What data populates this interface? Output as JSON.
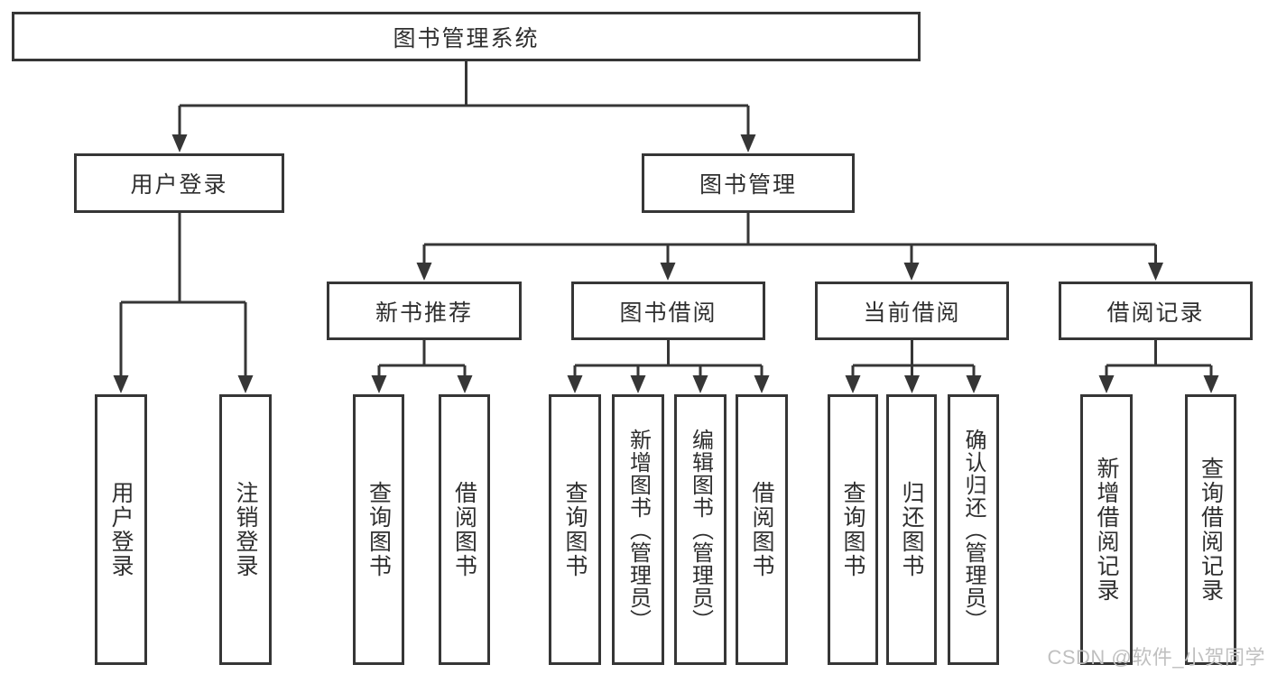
{
  "tree": {
    "root": {
      "label": "图书管理系统"
    },
    "branches": [
      {
        "label": "用户登录",
        "children": [
          {
            "label": "用户登录"
          },
          {
            "label": "注销登录"
          }
        ]
      },
      {
        "label": "图书管理",
        "children": [
          {
            "label": "新书推荐",
            "children": [
              {
                "label": "查询图书"
              },
              {
                "label": "借阅图书"
              }
            ]
          },
          {
            "label": "图书借阅",
            "children": [
              {
                "label": "查询图书"
              },
              {
                "label": "新增图书（管理员）"
              },
              {
                "label": "编辑图书（管理员）"
              },
              {
                "label": "借阅图书"
              }
            ]
          },
          {
            "label": "当前借阅",
            "children": [
              {
                "label": "查询图书"
              },
              {
                "label": "归还图书"
              },
              {
                "label": "确认归还（管理员）"
              }
            ]
          },
          {
            "label": "借阅记录",
            "children": [
              {
                "label": "新增借阅记录"
              },
              {
                "label": "查询借阅记录"
              }
            ]
          }
        ]
      }
    ]
  },
  "watermark": {
    "text": "CSDN @软件_小贺同学"
  },
  "colors": {
    "line": "#363636",
    "text": "#2f2f2f",
    "watermark": "#c0c0c0",
    "background": "#ffffff"
  }
}
